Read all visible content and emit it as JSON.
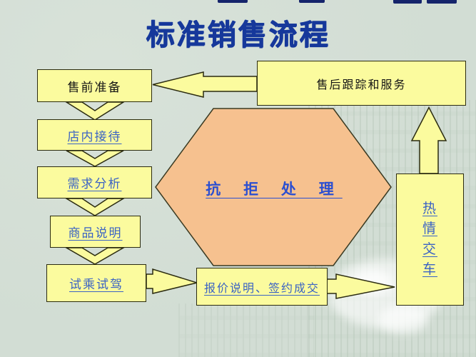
{
  "slide": {
    "title": "标准销售流程"
  },
  "flow": {
    "pre_sale": "售前准备",
    "reception": "店内接待",
    "needs_analysis": "需求分析",
    "product_intro": "商品说明",
    "test_drive": "试乘试驾",
    "quotation": "报价说明、签约成交",
    "objection_handling": "抗 拒 处 理",
    "delivery": "热情交车",
    "after_sales": "售后跟踪和服务"
  },
  "colors": {
    "background": "#d2ddd4",
    "shape_fill_yellow": "#fbfb9e",
    "shape_fill_orange": "#f6c18f",
    "shape_border": "#2b2b10",
    "title_blue": "#16389b",
    "link_blue": "#3b63c4",
    "text_black": "#141414"
  }
}
